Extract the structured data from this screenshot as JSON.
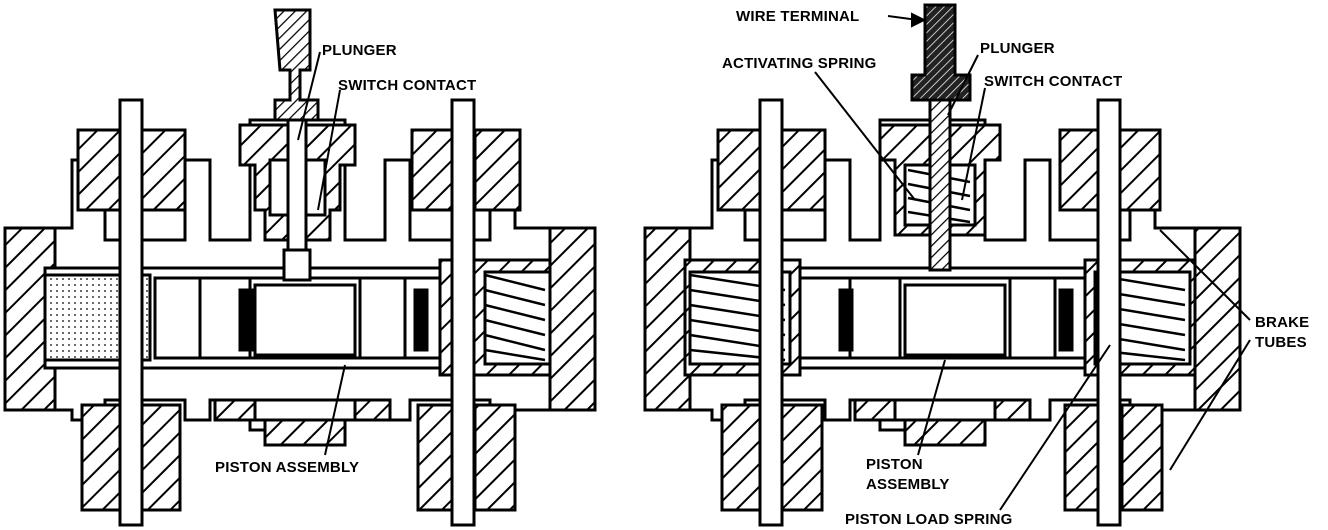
{
  "left_view": {
    "labels": {
      "plunger": "PLUNGER",
      "switch_contact": "SWITCH CONTACT",
      "piston_assembly": "PISTON ASSEMBLY"
    }
  },
  "right_view": {
    "labels": {
      "wire_terminal": "WIRE TERMINAL",
      "activating_spring": "ACTIVATING SPRING",
      "plunger": "PLUNGER",
      "switch_contact": "SWITCH CONTACT",
      "brake_line1": "BRAKE",
      "brake_line2": "TUBES",
      "piston_line1": "PISTON",
      "piston_line2": "ASSEMBLY",
      "piston_load_spring": "PISTON LOAD SPRING"
    }
  }
}
